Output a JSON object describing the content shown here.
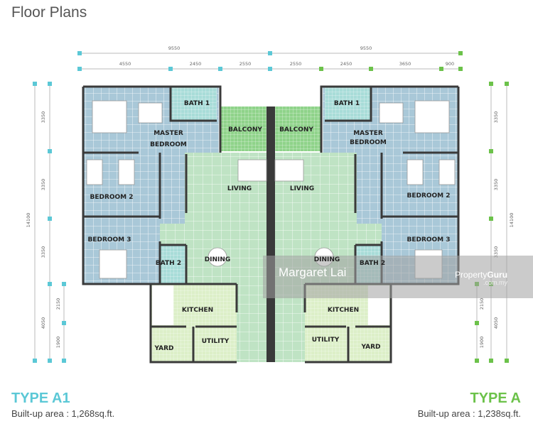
{
  "title": "Floor Plans",
  "dimensions": {
    "top_total": [
      "9550",
      "9550"
    ],
    "top_segments": [
      "4550",
      "2450",
      "2550",
      "2550",
      "2450",
      "3650",
      "900"
    ],
    "side_total": "14100",
    "side_segments": [
      "3350",
      "3350",
      "3350",
      "4050"
    ],
    "side_small": [
      "2150",
      "1900"
    ]
  },
  "units": [
    {
      "type": "TYPE A1",
      "area": "Built-up area : 1,268sq.ft.",
      "color": "#5bc8d6",
      "rooms": {
        "bath1": "BATH 1",
        "balcony": "BALCONY",
        "master1": "MASTER",
        "master2": "BEDROOM",
        "living": "LIVING",
        "bedroom2": "BEDROOM 2",
        "bedroom3": "BEDROOM 3",
        "dining": "DINING",
        "bath2": "BATH 2",
        "kitchen": "KITCHEN",
        "utility": "UTILITY",
        "yard": "YARD"
      }
    },
    {
      "type": "TYPE A",
      "area": "Built-up area : 1,238sq.ft.",
      "color": "#6cc24a",
      "rooms": {
        "bath1": "BATH 1",
        "balcony": "BALCONY",
        "master1": "MASTER",
        "master2": "BEDROOM",
        "living": "LIVING",
        "bedroom2": "BEDROOM 2",
        "bedroom3": "BEDROOM 3",
        "dining": "DINING",
        "bath2": "BATH 2",
        "kitchen": "KITCHEN",
        "utility": "UTILITY",
        "yard": "YARD"
      }
    }
  ],
  "colors": {
    "bedroom": "#a9c8d8",
    "living": "#bfe3c4",
    "kitchen": "#dcefc8",
    "bath": "#a8dcd8",
    "wall": "#3a3a3a"
  },
  "watermark": {
    "name": "Margaret Lai",
    "brand_a": "Property",
    "brand_b": "Guru",
    "domain": ".com.my"
  }
}
